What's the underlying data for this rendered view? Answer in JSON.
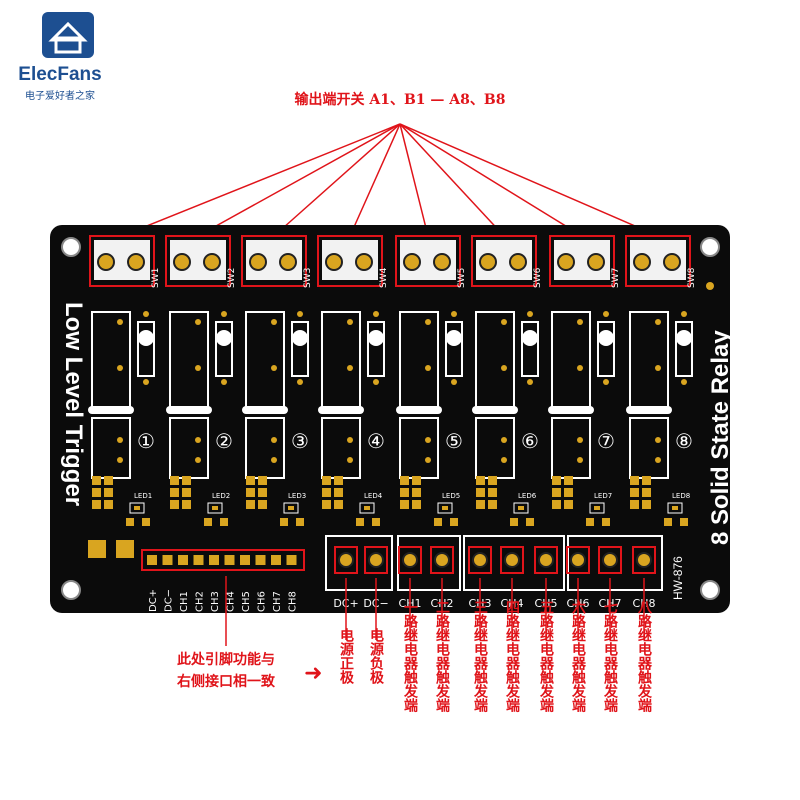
{
  "brand": {
    "name": "ElecFans",
    "tagline": "电子爱好者之家"
  },
  "colors": {
    "board": "#0b0b0b",
    "silk": "#ffffff",
    "pad": "#d9a520",
    "annotation": "#e0141a",
    "logo_blue": "#1d4f91"
  },
  "annotations": {
    "top": "输出端开关 A1、B1 — A8、B8",
    "left_line1": "此处引脚功能与",
    "left_line2": "右侧接口相一致",
    "arrow": "➜"
  },
  "board": {
    "title_left": "Low Level Trigger",
    "title_right": "8 Solid State Relay",
    "model": "HW-876",
    "switch_labels": [
      "SW1",
      "SW2",
      "SW3",
      "SW4",
      "SW5",
      "SW6",
      "SW7",
      "SW8"
    ],
    "channel_numbers": [
      "①",
      "②",
      "③",
      "④",
      "⑤",
      "⑥",
      "⑦",
      "⑧"
    ],
    "led_labels": [
      "LED1",
      "LED2",
      "LED3",
      "LED4",
      "LED5",
      "LED6",
      "LED7",
      "LED8"
    ],
    "header_pins": [
      "DC+",
      "DC−",
      "CH1",
      "CH2",
      "CH3",
      "CH4",
      "CH5",
      "CH6",
      "CH7",
      "CH8"
    ],
    "terminal_labels": [
      "DC+",
      "DC−",
      "CH1",
      "CH2",
      "CH3",
      "CH4",
      "CH5",
      "CH6",
      "CH7",
      "CH8"
    ]
  },
  "terminal_descriptions": [
    "电源正极",
    "电源负极",
    "一路继电器触发端",
    "二路继电器触发端",
    "三路继电器触发端",
    "四路继电器触发端",
    "五路继电器触发端",
    "六路继电器触发端",
    "七路继电器触发端",
    "八路继电器触发端"
  ]
}
